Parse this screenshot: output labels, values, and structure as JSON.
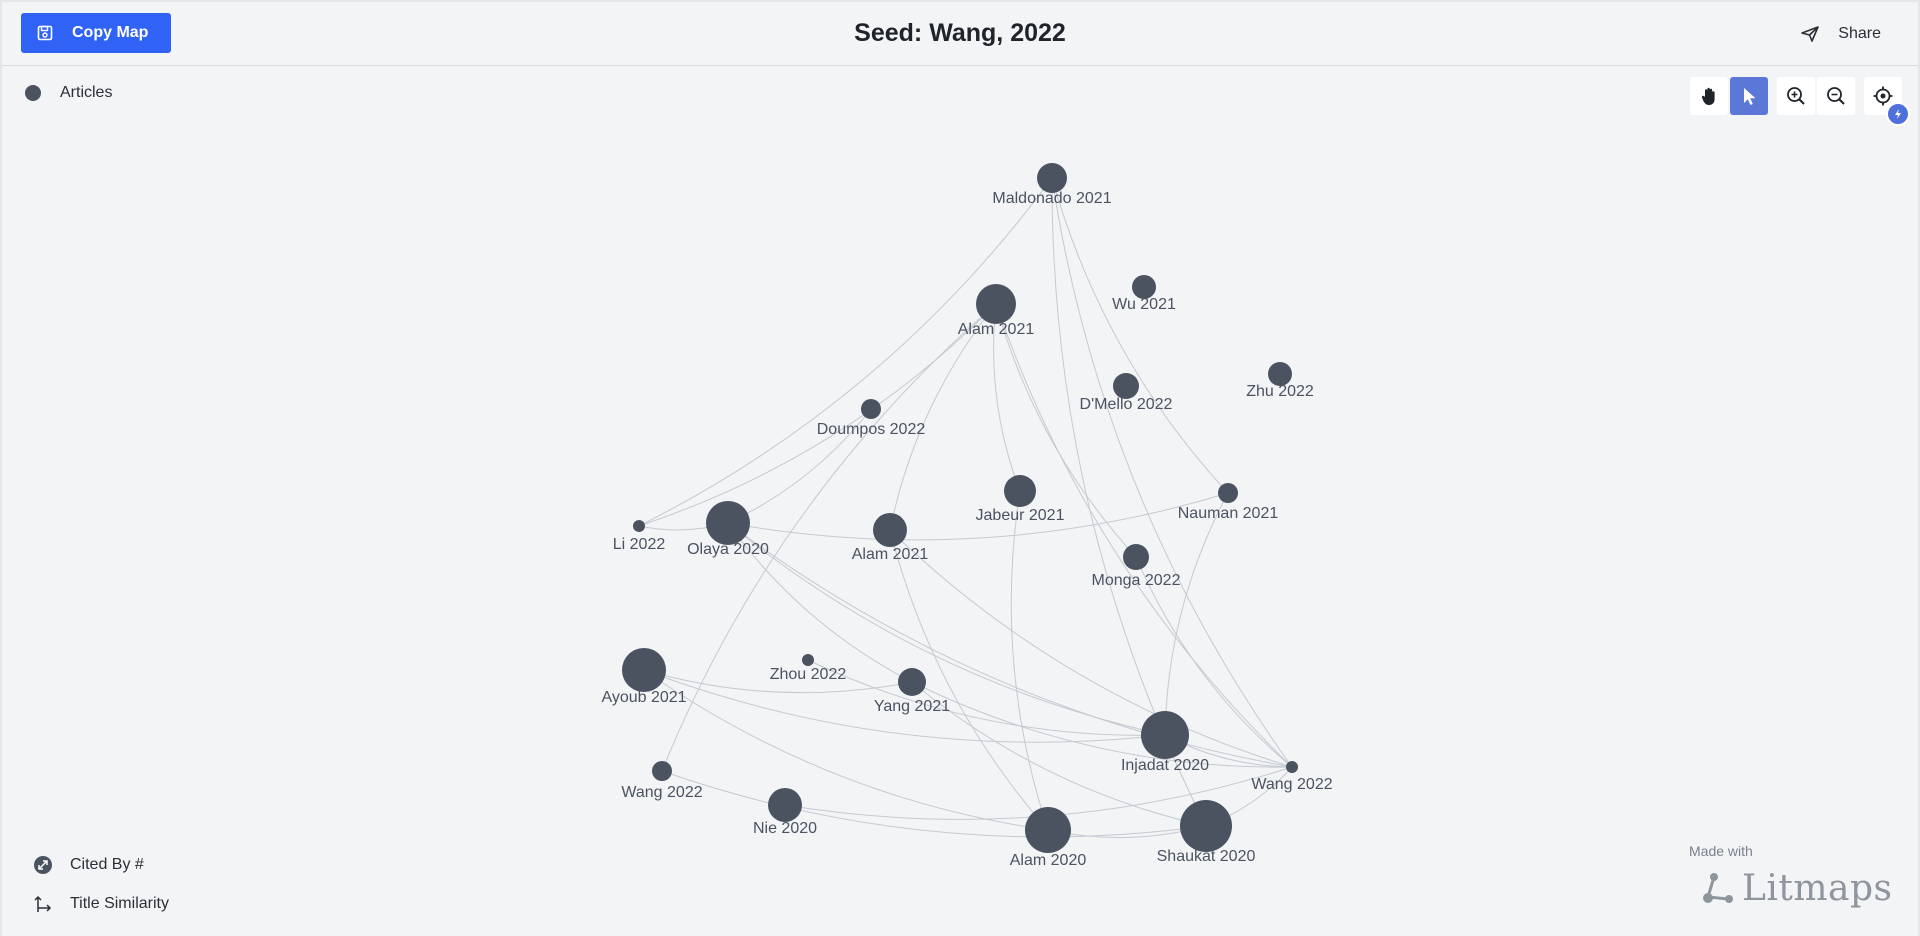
{
  "header": {
    "copy_map_label": "Copy Map",
    "title": "Seed: Wang, 2022",
    "share_label": "Share"
  },
  "legend": {
    "articles_label": "Articles"
  },
  "toolbar": {
    "tools": [
      "pan-hand-icon",
      "select-cursor-icon",
      "zoom-in-icon",
      "zoom-out-icon",
      "locate-target-icon"
    ],
    "active_tool": "select-cursor-icon",
    "badge_icon": "lightning-icon"
  },
  "axes": {
    "size_label": "Cited By #",
    "position_label": "Title Similarity"
  },
  "branding": {
    "made_with": "Made with",
    "logo_text": "Litmaps"
  },
  "colors": {
    "accent": "#2f62f5",
    "node": "#4b5360",
    "edge": "#c5cad1",
    "active_tool": "#5b78d6"
  },
  "graph": {
    "nodes": [
      {
        "id": "maldonado2021",
        "label": "Maldonado 2021"
      },
      {
        "id": "alam2021a",
        "label": "Alam 2021"
      },
      {
        "id": "wu2021",
        "label": "Wu 2021"
      },
      {
        "id": "zhu2022",
        "label": "Zhu 2022"
      },
      {
        "id": "dmello2022",
        "label": "D'Mello 2022"
      },
      {
        "id": "doumpos2022",
        "label": "Doumpos 2022"
      },
      {
        "id": "nauman2021",
        "label": "Nauman 2021"
      },
      {
        "id": "jabeur2021",
        "label": "Jabeur 2021"
      },
      {
        "id": "li2022",
        "label": "Li 2022"
      },
      {
        "id": "olaya2020",
        "label": "Olaya 2020"
      },
      {
        "id": "alam2021b",
        "label": "Alam 2021"
      },
      {
        "id": "monga2022",
        "label": "Monga 2022"
      },
      {
        "id": "ayoub2021",
        "label": "Ayoub 2021"
      },
      {
        "id": "zhou2022",
        "label": "Zhou 2022"
      },
      {
        "id": "yang2021",
        "label": "Yang 2021"
      },
      {
        "id": "injadat2020",
        "label": "Injadat 2020"
      },
      {
        "id": "wang2022seed",
        "label": "Wang 2022"
      },
      {
        "id": "wang2022b",
        "label": "Wang 2022"
      },
      {
        "id": "nie2020",
        "label": "Nie 2020"
      },
      {
        "id": "alam2020",
        "label": "Alam 2020"
      },
      {
        "id": "shaukat2020",
        "label": "Shaukat 2020"
      }
    ],
    "edges": [
      [
        "li2022",
        "maldonado2021"
      ],
      [
        "li2022",
        "alam2021a"
      ],
      [
        "li2022",
        "olaya2020"
      ],
      [
        "olaya2020",
        "doumpos2022"
      ],
      [
        "olaya2020",
        "nauman2021"
      ],
      [
        "olaya2020",
        "injadat2020"
      ],
      [
        "olaya2020",
        "yang2021"
      ],
      [
        "olaya2020",
        "wang2022seed"
      ],
      [
        "alam2021a",
        "alam2021b"
      ],
      [
        "alam2021a",
        "wang2022b"
      ],
      [
        "alam2021a",
        "jabeur2021"
      ],
      [
        "alam2021a",
        "monga2022"
      ],
      [
        "alam2021a",
        "wang2022seed"
      ],
      [
        "maldonado2021",
        "nauman2021"
      ],
      [
        "maldonado2021",
        "wang2022seed"
      ],
      [
        "maldonado2021",
        "shaukat2020"
      ],
      [
        "nauman2021",
        "injadat2020"
      ],
      [
        "jabeur2021",
        "alam2020"
      ],
      [
        "alam2021b",
        "alam2020"
      ],
      [
        "alam2021b",
        "wang2022seed"
      ],
      [
        "monga2022",
        "wang2022seed"
      ],
      [
        "ayoub2021",
        "yang2021"
      ],
      [
        "ayoub2021",
        "injadat2020"
      ],
      [
        "ayoub2021",
        "alam2020"
      ],
      [
        "yang2021",
        "shaukat2020"
      ],
      [
        "yang2021",
        "wang2022seed"
      ],
      [
        "zhou2022",
        "injadat2020"
      ],
      [
        "injadat2020",
        "wang2022seed"
      ],
      [
        "shaukat2020",
        "wang2022seed"
      ],
      [
        "alam2020",
        "shaukat2020"
      ],
      [
        "wang2022b",
        "shaukat2020"
      ],
      [
        "nie2020",
        "wang2022seed"
      ]
    ]
  }
}
